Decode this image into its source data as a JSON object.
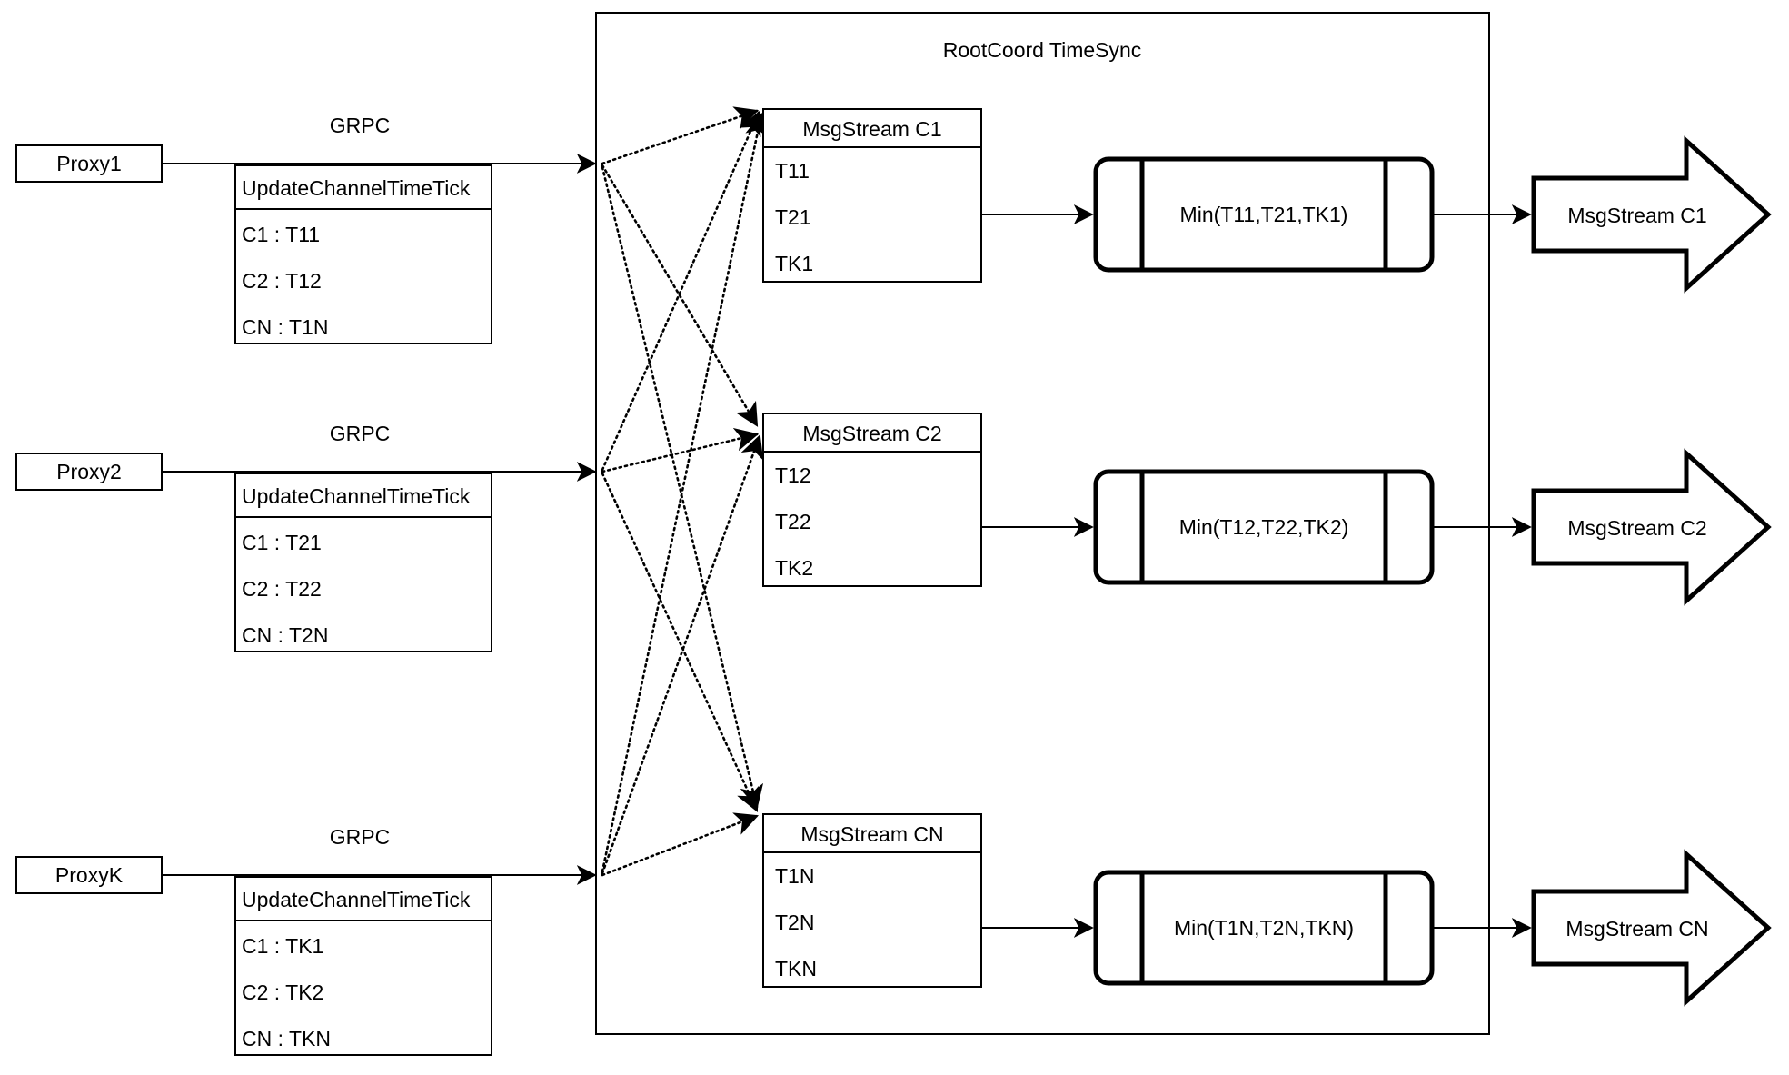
{
  "container": {
    "title": "RootCoord TimeSync"
  },
  "proxies": [
    {
      "name": "Proxy1",
      "link_label": "GRPC",
      "rpc": {
        "header": "UpdateChannelTimeTick",
        "rows": [
          "C1 :  T11",
          "C2 :  T12",
          "CN : T1N"
        ]
      }
    },
    {
      "name": "Proxy2",
      "link_label": "GRPC",
      "rpc": {
        "header": "UpdateChannelTimeTick",
        "rows": [
          "C1 :  T21",
          "C2 :  T22",
          "CN : T2N"
        ]
      }
    },
    {
      "name": "ProxyK",
      "link_label": "GRPC",
      "rpc": {
        "header": "UpdateChannelTimeTick",
        "rows": [
          "C1 :  TK1",
          "C2 :  TK2",
          "CN : TKN"
        ]
      }
    }
  ],
  "channels": [
    {
      "stream": {
        "header": "MsgStream C1",
        "rows": [
          "T11",
          "T21",
          "TK1"
        ]
      },
      "min_box": {
        "label": "Min(T11,T21,TK1)"
      },
      "output": {
        "label": "MsgStream C1"
      }
    },
    {
      "stream": {
        "header": "MsgStream C2",
        "rows": [
          "T12",
          "T22",
          "TK2"
        ]
      },
      "min_box": {
        "label": "Min(T12,T22,TK2)"
      },
      "output": {
        "label": "MsgStream C2"
      }
    },
    {
      "stream": {
        "header": "MsgStream CN",
        "rows": [
          "T1N",
          "T2N",
          "TKN"
        ]
      },
      "min_box": {
        "label": "Min(T1N,T2N,TKN)"
      },
      "output": {
        "label": "MsgStream CN"
      }
    }
  ],
  "colors": {
    "stroke": "#000000",
    "fill": "#ffffff",
    "background": "#ffffff"
  }
}
